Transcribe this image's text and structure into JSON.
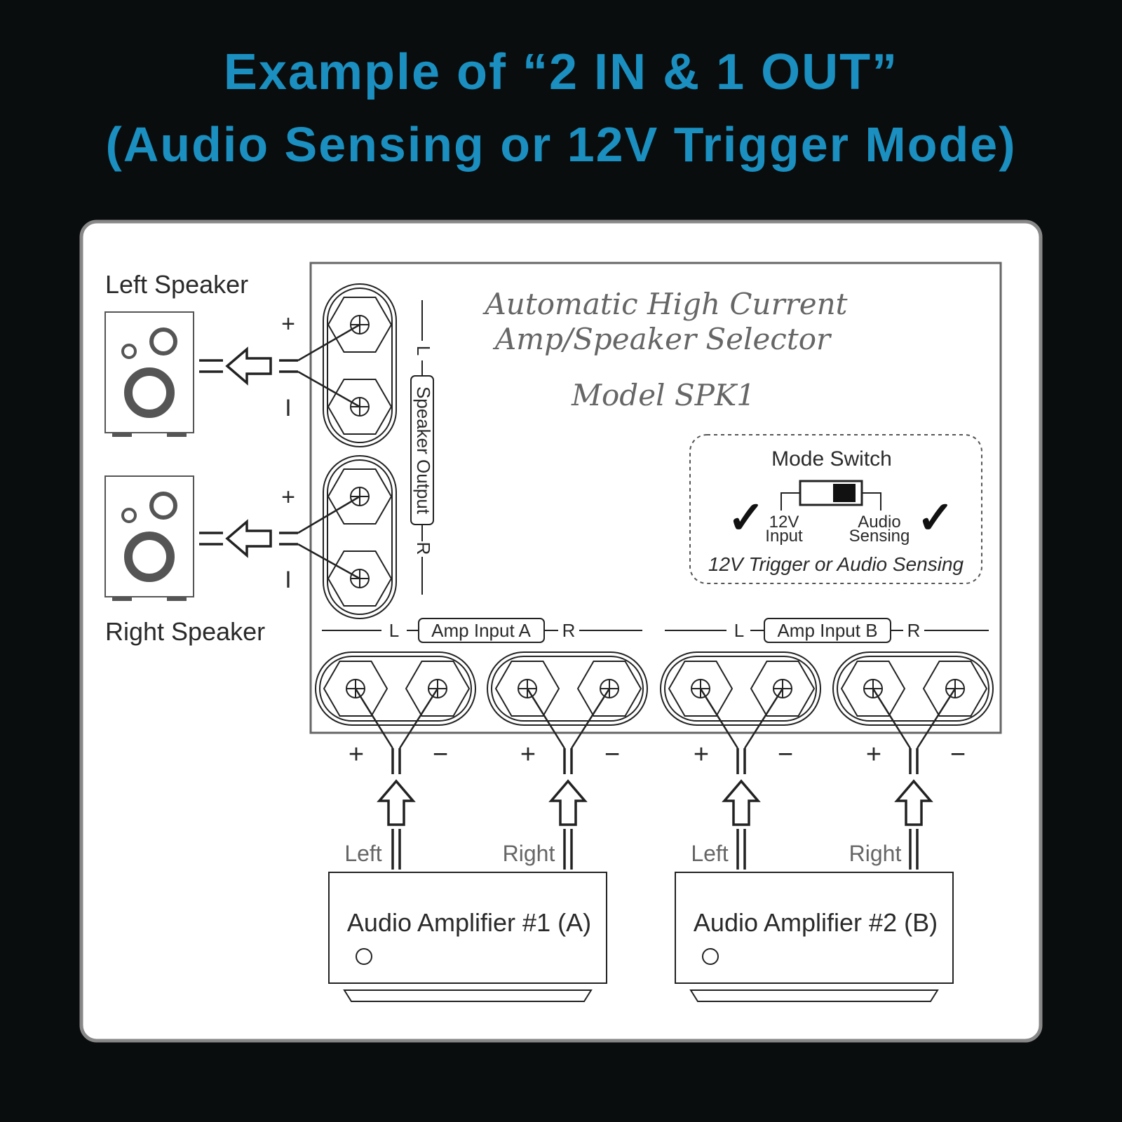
{
  "title_line1": "Example of “2 IN & 1 OUT”",
  "title_line2": "(Audio Sensing or 12V Trigger Mode)",
  "device": {
    "name_line1": "Automatic High Current",
    "name_line2": "Amp/Speaker Selector",
    "model": "Model SPK1"
  },
  "speakers": {
    "left_label": "Left Speaker",
    "right_label": "Right Speaker"
  },
  "speaker_output": {
    "label": "Speaker Output",
    "l": "L",
    "r": "R"
  },
  "polarity": {
    "plus": "+",
    "minus": "−",
    "speaker_minus": "I"
  },
  "mode_switch": {
    "title": "Mode Switch",
    "left_line1": "12V",
    "left_line2": "Input",
    "right_line1": "Audio",
    "right_line2": "Sensing",
    "check": "✓",
    "caption": "12V Trigger or Audio Sensing"
  },
  "amp_inputs": [
    {
      "label": "Amp Input A",
      "l": "L",
      "r": "R"
    },
    {
      "label": "Amp Input B",
      "l": "L",
      "r": "R"
    }
  ],
  "channels": {
    "left": "Left",
    "right": "Right"
  },
  "amplifiers": [
    {
      "name": "Audio Amplifier #1 (A)"
    },
    {
      "name": "Audio Amplifier #2 (B)"
    }
  ],
  "colors": {
    "title": "#1a8fc0",
    "background": "#0a0d0e",
    "panel": "#ffffff"
  }
}
